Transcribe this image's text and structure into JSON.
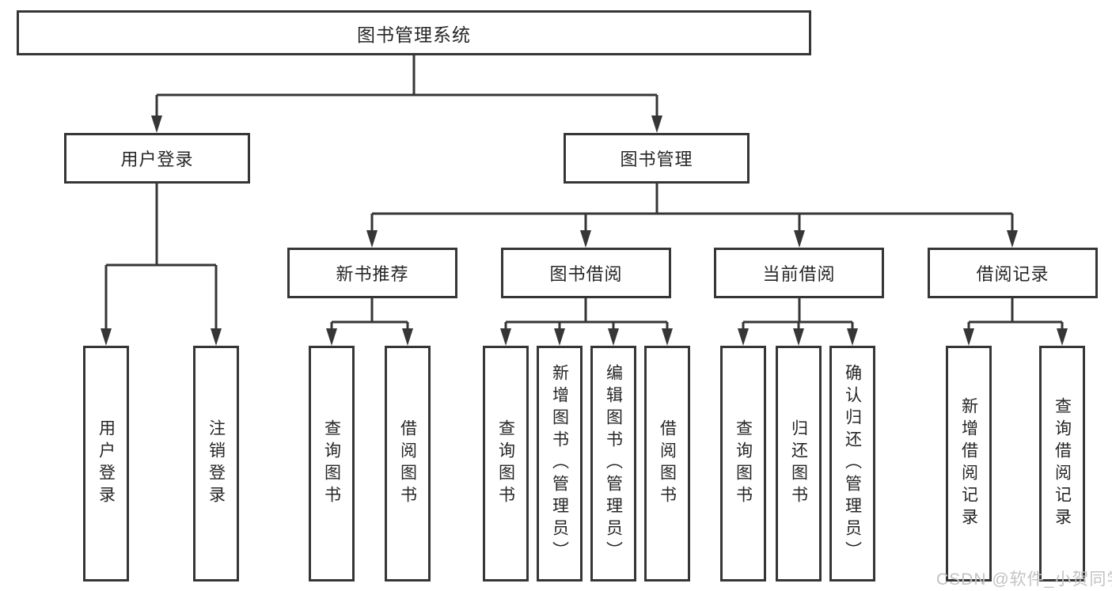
{
  "diagram": {
    "tree": {
      "root": {
        "label": "图书管理系统",
        "children": [
          {
            "label": "用户登录",
            "children": [
              {
                "label": "用户登录"
              },
              {
                "label": "注销登录"
              }
            ]
          },
          {
            "label": "图书管理",
            "children": [
              {
                "label": "新书推荐",
                "children": [
                  {
                    "label": "查询图书"
                  },
                  {
                    "label": "借阅图书"
                  }
                ]
              },
              {
                "label": "图书借阅",
                "children": [
                  {
                    "label": "查询图书"
                  },
                  {
                    "label": "新增图书（管理员）"
                  },
                  {
                    "label": "编辑图书（管理员）"
                  },
                  {
                    "label": "借阅图书"
                  }
                ]
              },
              {
                "label": "当前借阅",
                "children": [
                  {
                    "label": "查询图书"
                  },
                  {
                    "label": "归还图书"
                  },
                  {
                    "label": "确认归还（管理员）"
                  }
                ]
              },
              {
                "label": "借阅记录",
                "children": [
                  {
                    "label": "新增借阅记录"
                  },
                  {
                    "label": "查询借阅记录"
                  }
                ]
              }
            ]
          }
        ]
      }
    }
  },
  "watermark": {
    "text": "CSDN @软件_小贺同学"
  },
  "colors": {
    "line": "#363636",
    "text": "#262626",
    "background": "#ffffff",
    "watermark": "#c3c3c3"
  }
}
